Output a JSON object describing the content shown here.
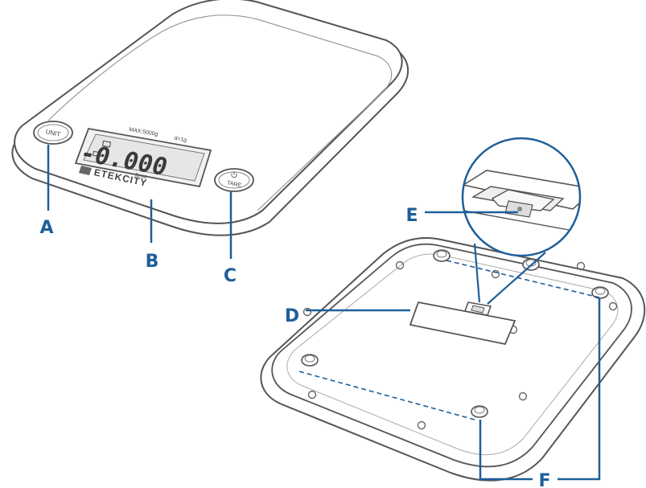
{
  "callouts": {
    "a": "A",
    "b": "B",
    "c": "C",
    "d": "D",
    "e": "E",
    "f": "F"
  },
  "scale": {
    "unit_button_label": "UNIT",
    "tare_button_label": "TARE",
    "max_capacity": "MAX:5000g",
    "division": "d=1g",
    "display_reading": "-0.000",
    "display_unit": "lb:oz",
    "brand": "ETEKCITY"
  },
  "colors": {
    "callout": "#1f5f99",
    "outline": "#555555",
    "lcd_fill": "#e6e6e6"
  },
  "icons": {
    "tare_button_symbol": "power-icon",
    "brand_logo": "etekcity-logo-icon"
  }
}
